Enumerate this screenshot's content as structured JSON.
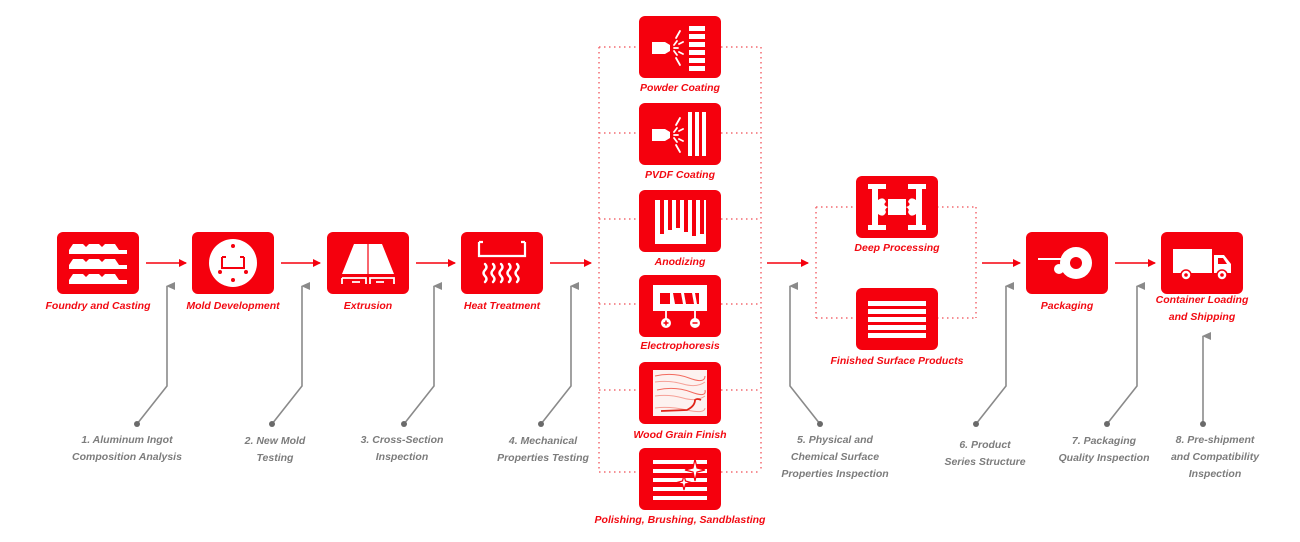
{
  "diagram_title": "",
  "colors": {
    "accent": "#f5000d",
    "label_red": "#f20a12",
    "qc_gray": "#7c7c7c",
    "connector_gray": "#8a8a8a",
    "dotted": "#f36a70"
  },
  "main_steps": [
    {
      "id": "foundry",
      "label": "Foundry and Casting",
      "icon": "aluminum-ingots-icon"
    },
    {
      "id": "mold",
      "label": "Mold Development",
      "icon": "mold-die-icon"
    },
    {
      "id": "extrusion",
      "label": "Extrusion",
      "icon": "extrusion-profile-icon"
    },
    {
      "id": "heat",
      "label": "Heat Treatment",
      "icon": "heat-waves-icon"
    },
    {
      "id": "packaging",
      "label": "Packaging",
      "icon": "wrap-roll-icon"
    },
    {
      "id": "shipping",
      "label_lines": [
        "Container Loading",
        "and Shipping"
      ],
      "icon": "truck-icon"
    }
  ],
  "surface_treatments": [
    {
      "id": "powder",
      "label": "Powder Coating",
      "icon": "spray-gun-icon"
    },
    {
      "id": "pvdf",
      "label": "PVDF Coating",
      "icon": "spray-gun-bars-icon"
    },
    {
      "id": "anodizing",
      "label": "Anodizing",
      "icon": "anodizing-icon"
    },
    {
      "id": "electrophoresis",
      "label": "Electrophoresis",
      "icon": "electrophoresis-icon"
    },
    {
      "id": "woodgrain",
      "label": "Wood Grain Finish",
      "icon": "wood-grain-icon"
    },
    {
      "id": "polishing",
      "label": "Polishing, Brushing, Sandblasting",
      "icon": "sparkle-lines-icon"
    }
  ],
  "post_processing": [
    {
      "id": "deep",
      "label": "Deep Processing",
      "icon": "machined-part-icon"
    },
    {
      "id": "finished",
      "label": "Finished Surface Products",
      "icon": "stacked-profiles-icon"
    }
  ],
  "inspections": [
    {
      "lines": [
        "1. Aluminum Ingot",
        "Composition Analysis"
      ]
    },
    {
      "lines": [
        "2. New Mold",
        "Testing"
      ]
    },
    {
      "lines": [
        "3. Cross-Section",
        "Inspection"
      ]
    },
    {
      "lines": [
        "4. Mechanical",
        "Properties Testing"
      ]
    },
    {
      "lines": [
        "5. Physical and",
        "Chemical Surface",
        "Properties Inspection"
      ]
    },
    {
      "lines": [
        "6. Product",
        "Series Structure"
      ]
    },
    {
      "lines": [
        "7. Packaging",
        "Quality Inspection"
      ]
    },
    {
      "lines": [
        "8. Pre-shipment",
        "and Compatibility",
        "Inspection"
      ]
    }
  ]
}
